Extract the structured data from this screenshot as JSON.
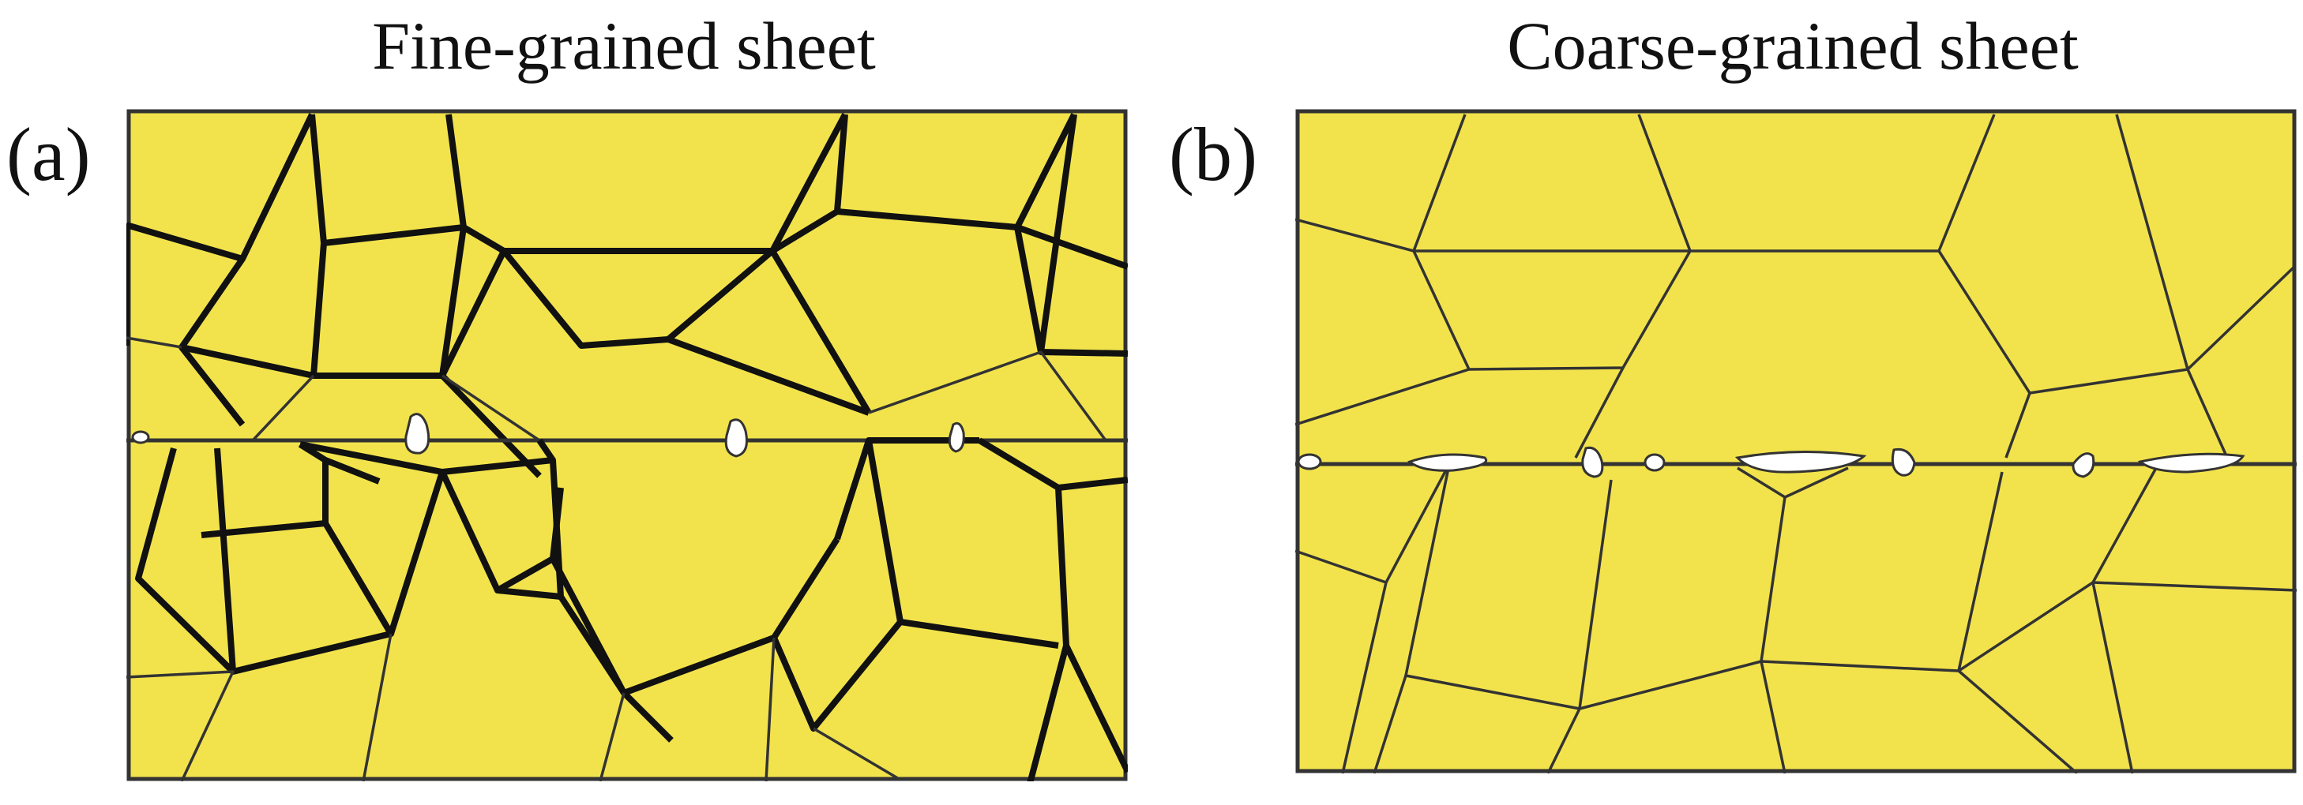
{
  "panels": [
    {
      "id": "a",
      "label": "(a)",
      "title": "Fine-grained sheet"
    },
    {
      "id": "b",
      "label": "(b)",
      "title": "Coarse-grained sheet"
    }
  ],
  "colors": {
    "grain_fill": "#f2e34c",
    "grain_boundary": "#111111",
    "void": "#ffffff"
  }
}
